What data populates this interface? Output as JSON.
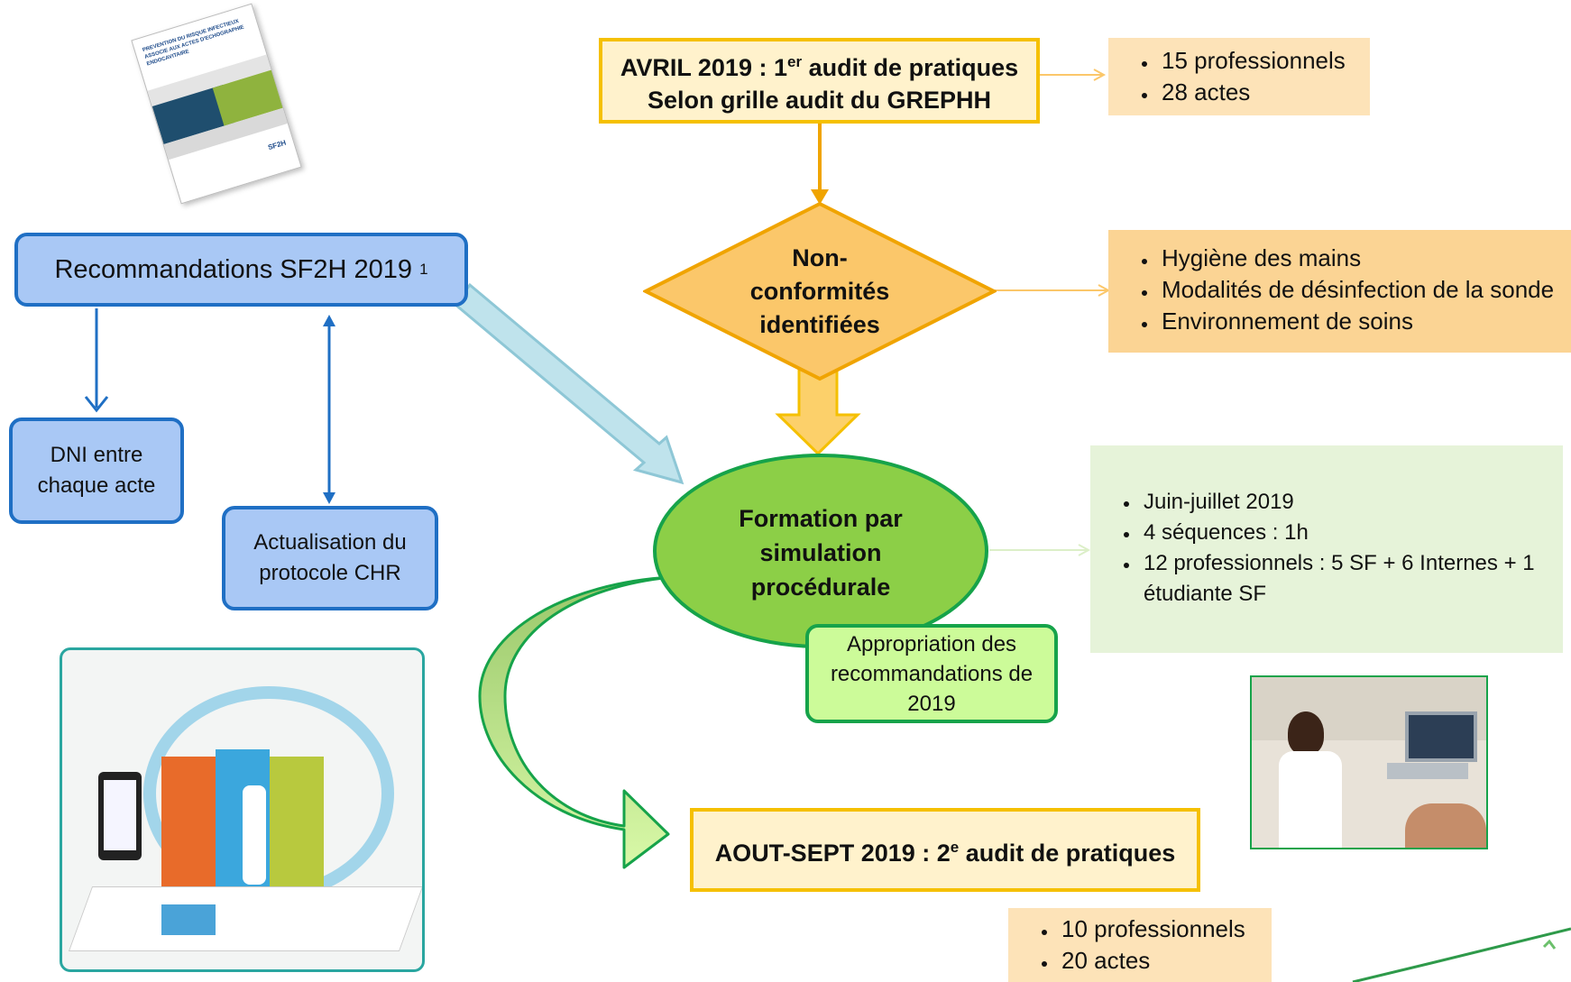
{
  "recommendations": {
    "title": "Recommandations SF2H 2019",
    "sup": "1",
    "dni": "DNI entre chaque acte",
    "protocol": "Actualisation du protocole CHR"
  },
  "document_thumbnail": {
    "title": "PREVENTION DU RISQUE INFECTIEUX ASSOCIE AUX ACTES D'ECHOGRAPHIE ENDOCAVITAIRE",
    "logo": "SF2H"
  },
  "audit1": {
    "line1_pre": "AVRIL 2019 : 1",
    "line1_sup": "er",
    "line1_post": " audit de pratiques",
    "line2": "Selon grille audit du GREPHH",
    "bullets": [
      "15 professionnels",
      "28 actes"
    ]
  },
  "nonconf": {
    "lines": [
      "Non-",
      "conformités",
      "identifiées"
    ],
    "bullets": [
      "Hygiène des mains",
      "Modalités de désinfection de la sonde",
      "Environnement de soins"
    ]
  },
  "formation": {
    "lines": [
      "Formation par",
      "simulation",
      "procédurale"
    ],
    "bullets": [
      "Juin-juillet 2019",
      "4 séquences : 1h",
      "12 professionnels : 5 SF + 6 Internes + 1 étudiante SF"
    ],
    "appropriation": "Appropriation des recommandations de 2019"
  },
  "audit2": {
    "pre": "AOUT-SEPT 2019 : 2",
    "sup": "e",
    "post": " audit de pratiques",
    "bullets": [
      "10 professionnels",
      "20 actes"
    ]
  },
  "colors": {
    "blue_fill": "#a9c8f5",
    "blue_border": "#1f6fc4",
    "yellow_fill": "#fff2cc",
    "yellow_border": "#f5c000",
    "diamond_fill": "#fbc76a",
    "diamond_border": "#f0a400",
    "ellipse_fill": "#8ccf47",
    "ellipse_border": "#16a34a"
  }
}
